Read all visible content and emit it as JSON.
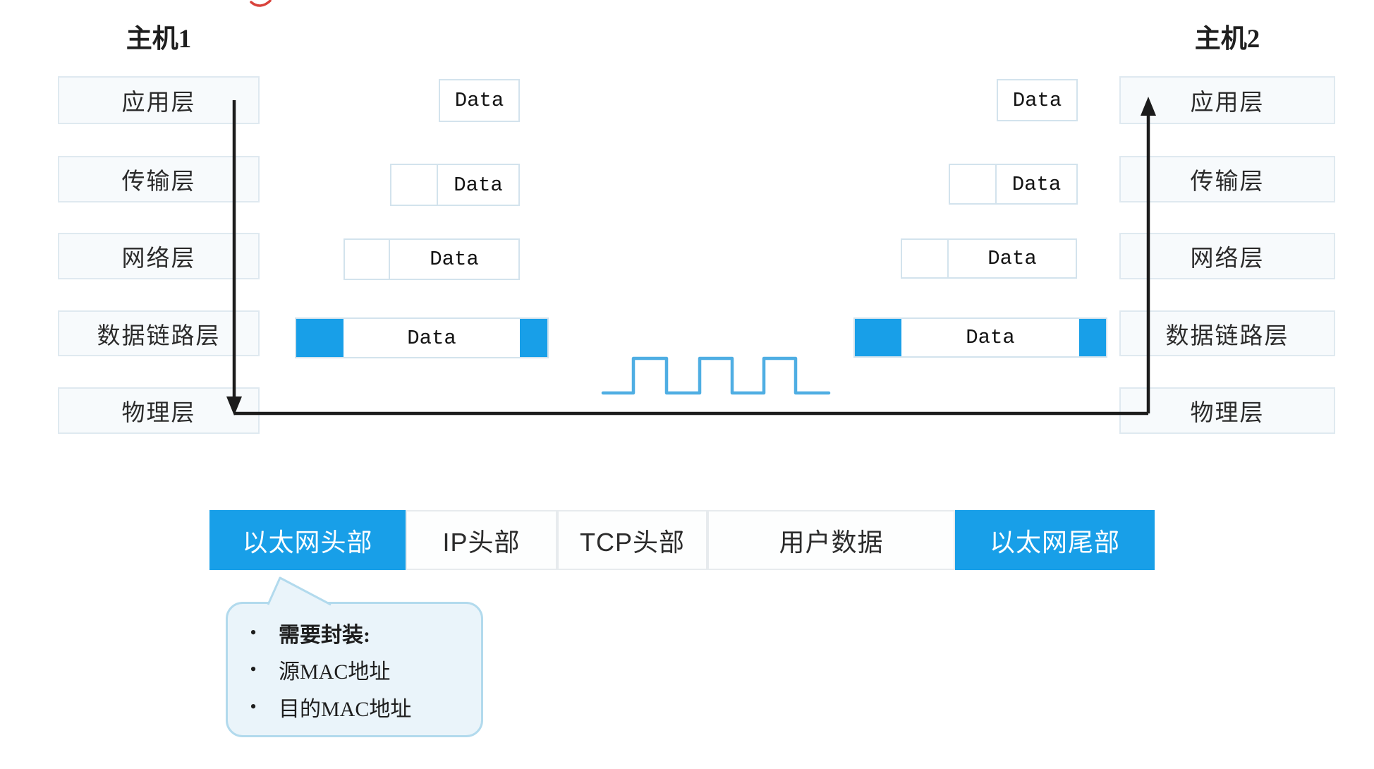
{
  "colors": {
    "accent_blue": "#189FE8",
    "wave_blue": "#4FAEE3",
    "line_black": "#1C1C1C",
    "red_mark": "#D9423B"
  },
  "labels": {
    "data": "Data",
    "bullet": "•"
  },
  "host1": {
    "title": "主机1",
    "layers": [
      "应用层",
      "传输层",
      "网络层",
      "数据链路层",
      "物理层"
    ]
  },
  "host2": {
    "title": "主机2",
    "layers": [
      "应用层",
      "传输层",
      "网络层",
      "数据链路层",
      "物理层"
    ]
  },
  "frame": {
    "cells": [
      {
        "label": "以太网头部",
        "highlight": true
      },
      {
        "label": "IP头部",
        "highlight": false
      },
      {
        "label": "TCP头部",
        "highlight": false
      },
      {
        "label": "用户数据",
        "highlight": false
      },
      {
        "label": "以太网尾部",
        "highlight": true
      }
    ]
  },
  "callout": {
    "items": [
      {
        "text": "需要封装:",
        "bold": true
      },
      {
        "text": "源MAC地址",
        "bold": false
      },
      {
        "text": "目的MAC地址",
        "bold": false
      }
    ]
  }
}
